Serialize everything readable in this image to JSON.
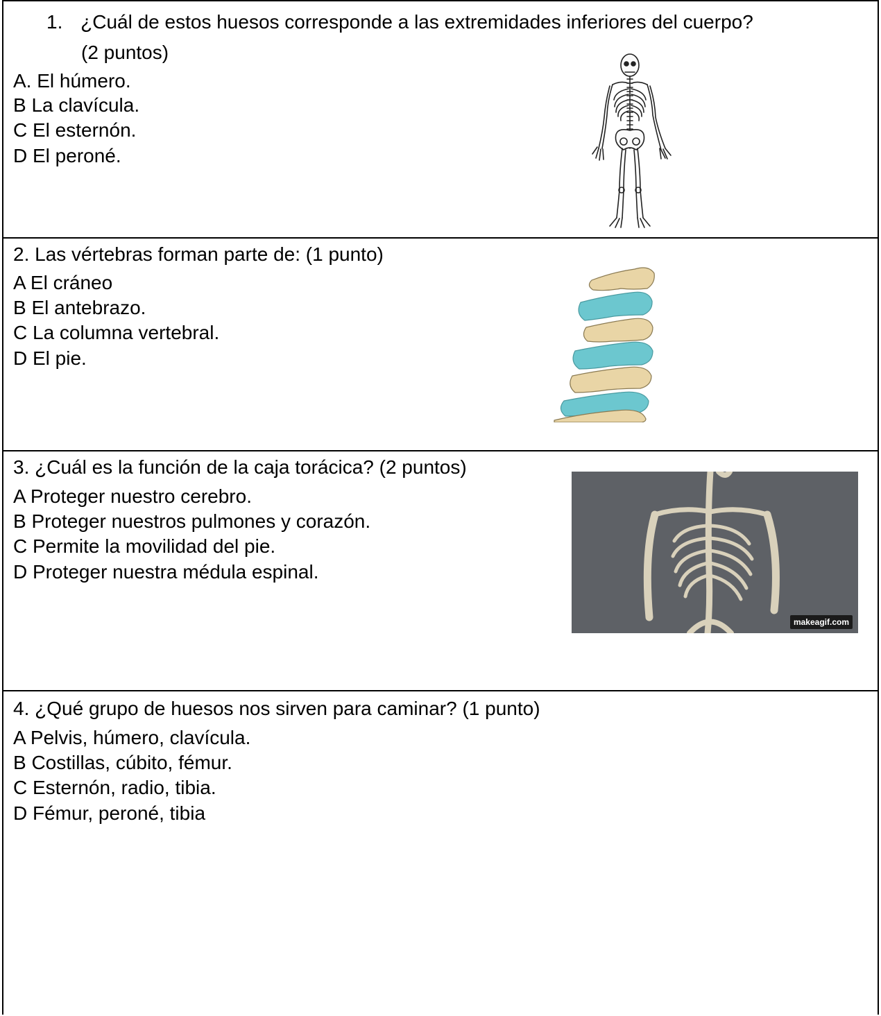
{
  "questions": [
    {
      "number": "1.",
      "text": "¿Cuál de estos huesos corresponde a las extremidades inferiores del cuerpo?",
      "points": "(2 puntos)",
      "options": [
        "A. El húmero.",
        "B La clavícula.",
        "C El esternón.",
        "D El peroné."
      ],
      "image_icon": "skeleton-figure-icon"
    },
    {
      "text": "2. Las vértebras forman parte de: (1 punto)",
      "options": [
        "A El cráneo",
        "B El antebrazo.",
        "C La columna vertebral.",
        "D El pie."
      ],
      "image_icon": "vertebrae-icon"
    },
    {
      "text": "3. ¿Cuál es la función de la caja torácica? (2 puntos)",
      "options": [
        "A Proteger nuestro cerebro.",
        "B Proteger nuestros pulmones y corazón.",
        "C Permite la movilidad del pie.",
        "D Proteger nuestra médula espinal."
      ],
      "image_icon": "rib-cage-icon",
      "watermark": "makeagif.com"
    },
    {
      "text": "4. ¿Qué grupo de huesos nos sirven para caminar? (1 punto)",
      "options": [
        "A Pelvis, húmero, clavícula.",
        "B Costillas, cúbito, fémur.",
        "C Esternón, radio, tibia.",
        "D Fémur, peroné, tibia"
      ]
    }
  ],
  "colors": {
    "vertebra_beige": "#e9d5a6",
    "vertebra_blue": "#6cc7cf",
    "photo_bg": "#5e6166",
    "bone": "#d9d1bb"
  }
}
